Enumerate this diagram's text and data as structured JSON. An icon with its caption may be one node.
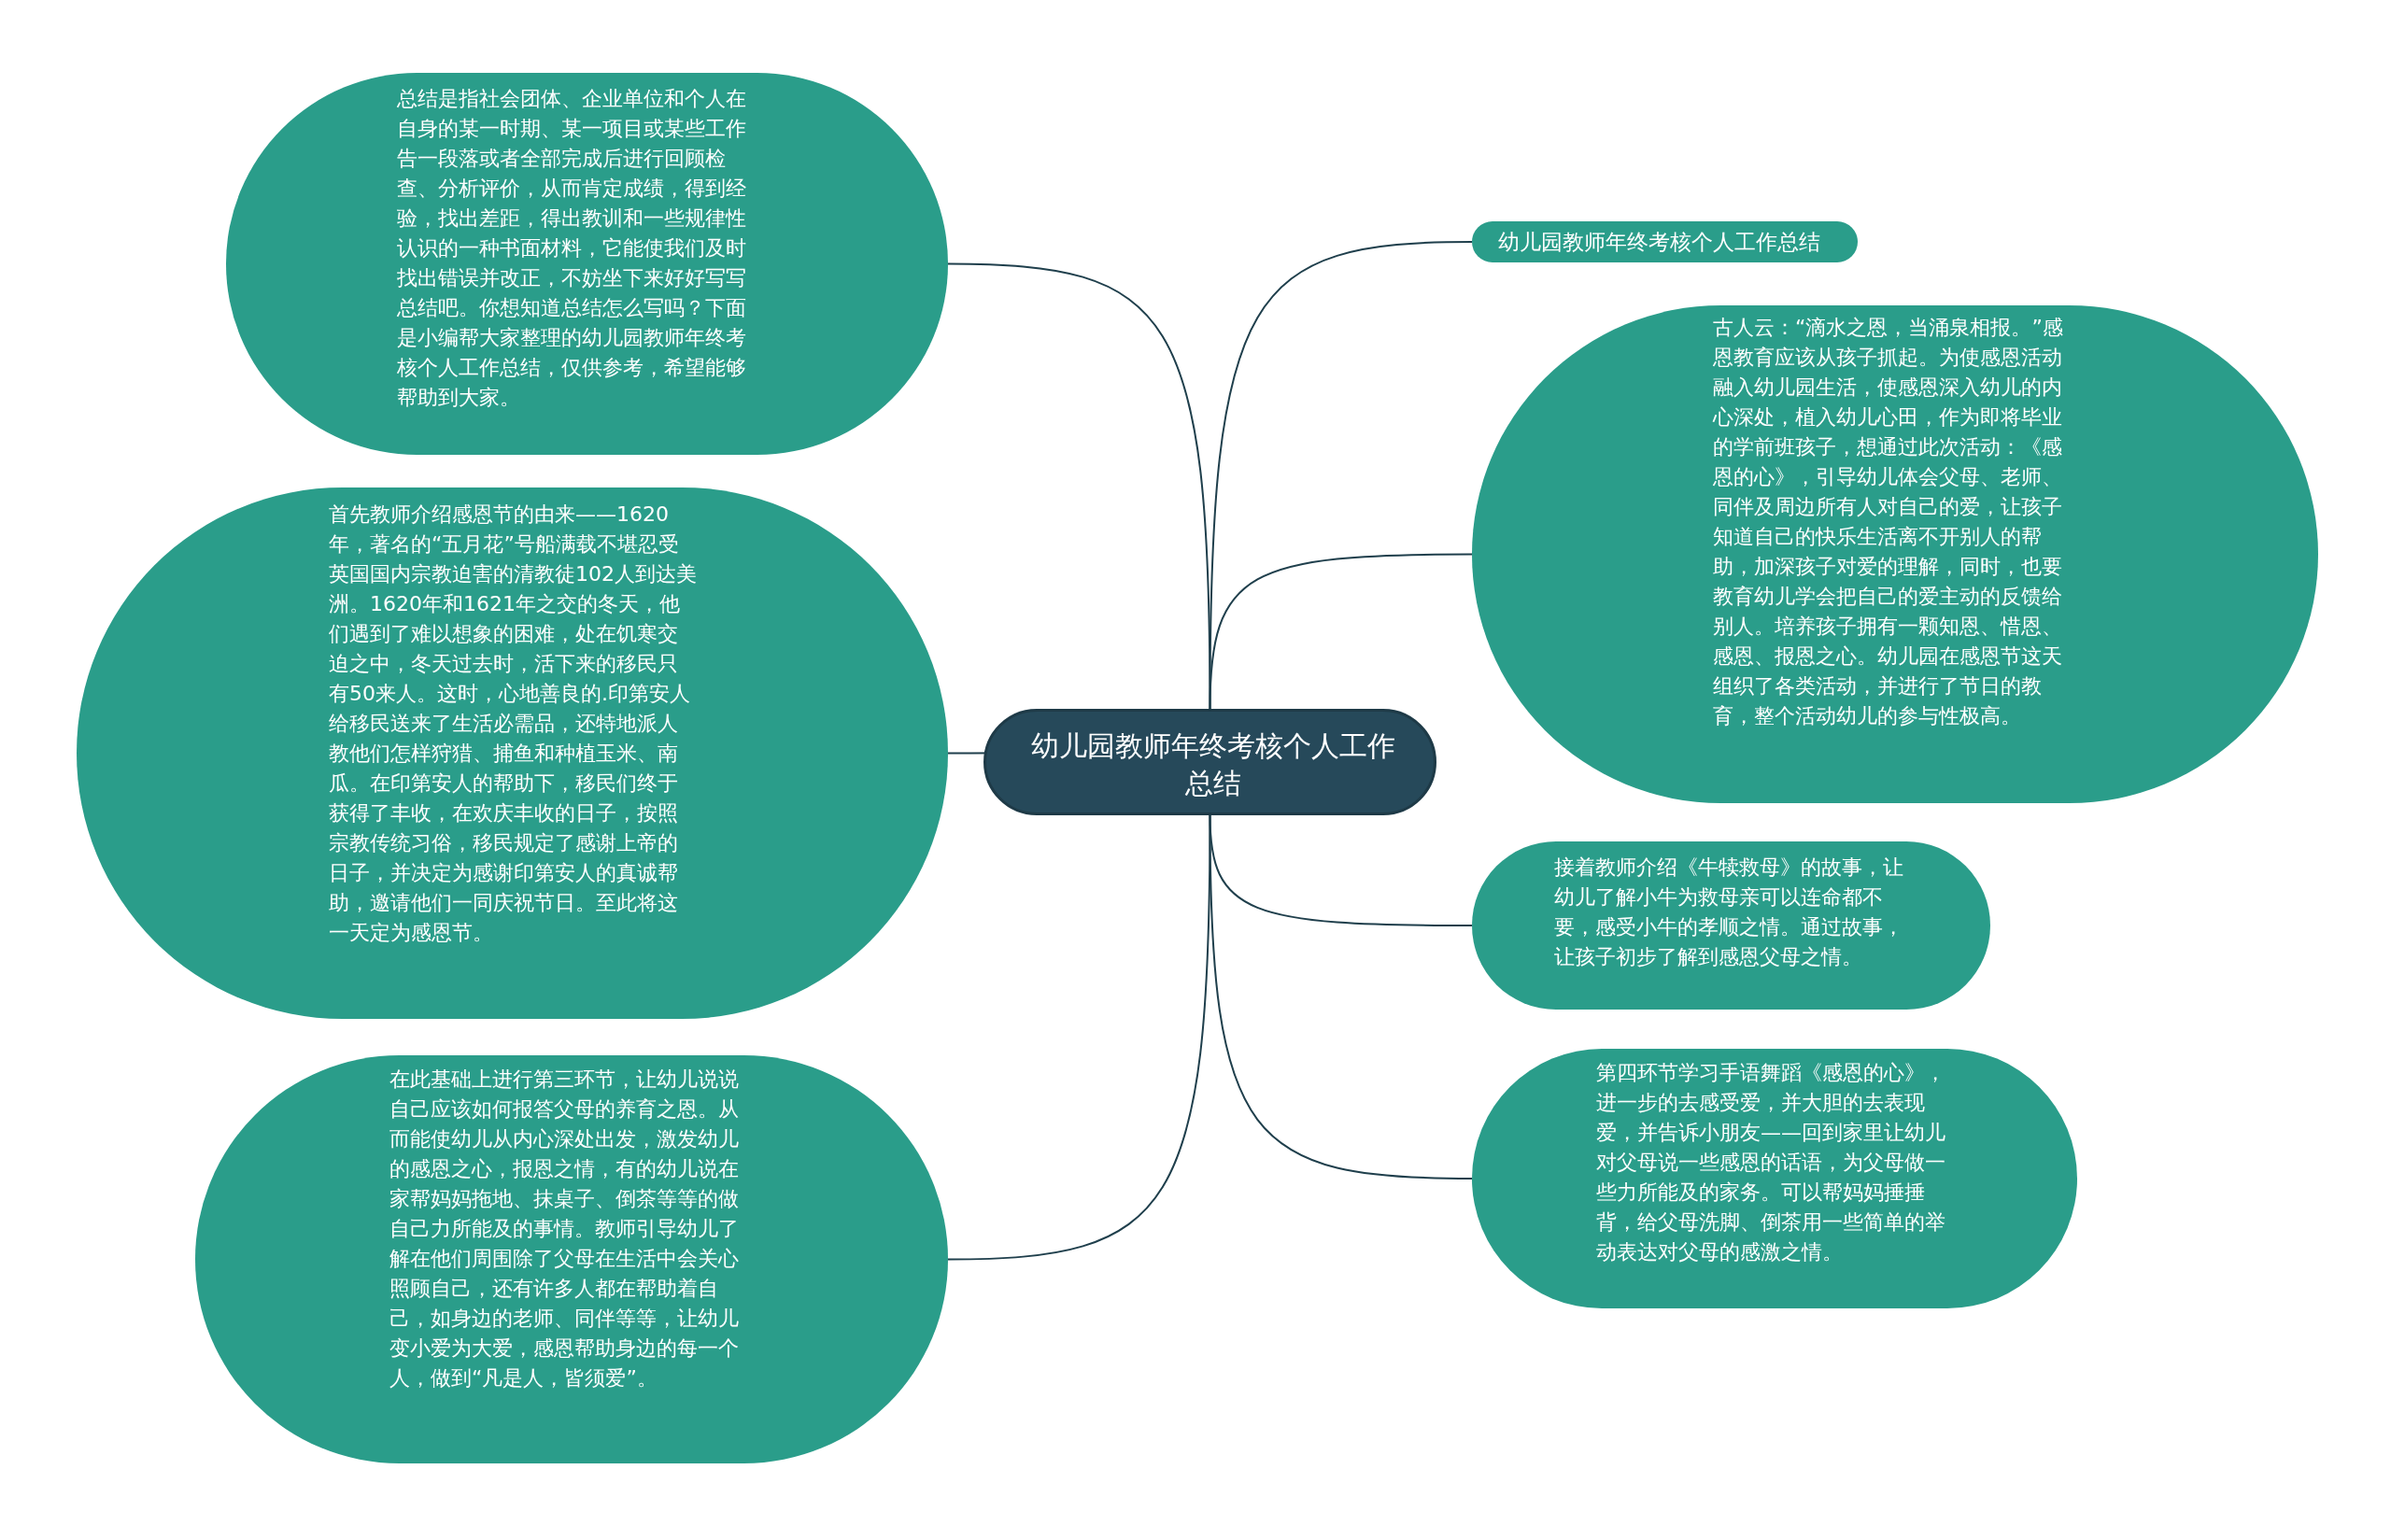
{
  "diagram": {
    "nodes": [
      {
        "text": [
          "幼儿园教师年终考核个人工作总结"
        ]
      },
      {
        "text": [
          "总结是指社会团体、企业单位和个人在自身的某一时期、某一项目或某些工作告一段落或者全部完成后进行回顾检查、分析评价，从而肯定成绩，得到经验，找出差距，得出教训和一些规律性认识的一种书面材料，它能使我们及时找出错误并改正，不妨坐下来好好写写总结吧。你想知道总结怎么写吗？下面是小编帮大家整理的幼儿园教师年终考核个人工作总结，仅供参考，希望能够帮助到大家。"
        ]
      },
      {
        "text": [
          "首先教师介绍感恩节的由来——1620年，著名的“五月花”号船满载不堪忍受英国国内宗教迫害的清教徒102人到达美洲。1620年和1621年之交的冬天，他们遇到了难以想象的困难，处在饥寒交迫之中，冬天过去时，活下来的移民只有50来人。这时，心地善良的.印第安人给移民送来了生活必需品，还特地派人教他们怎样狩猎、捕鱼和种植玉米、南瓜。在印第安人的帮助下，移民们终于获得了丰收，在欢庆丰收的日子，按照宗教传统习俗，移民规定了感谢上帝的日子，并决定为感谢印第安人的真诚帮助，邀请他们一同庆祝节日。至此将这一天定为感恩节。"
        ]
      },
      {
        "text": [
          "在此基础上进行第三环节，让幼儿说说自己应该如何报答父母的养育之恩。从而能使幼儿从内心深处出发，激发幼儿的感恩之心，报恩之情，有的幼儿说在家帮妈妈拖地、抹桌子、倒茶等等的做自己力所能及的事情。教师引导幼儿了解在他们周围除了父母在生活中会关心照顾自己，还有许多人都在帮助着自己，如身边的老师、同伴等等，让幼儿变小爱为大爱，感恩帮助身边的每一个人，做到“凡是人，皆须爱”。"
        ]
      },
      {
        "text": [
          "幼儿园教师年终考核个人工作总结"
        ]
      },
      {
        "text": [
          "古人云：“滴水之恩，当涌泉相报。”感恩教育应该从孩子抓起。为使感恩活动融入幼儿园生活，使感恩深入幼儿的内心深处，植入幼儿心田，作为即将毕业的学前班孩子，想通过此次活动：《感恩的心》，引导幼儿体会父母、老师、同伴及周边所有人对自己的爱，让孩子知道自己的快乐生活离不开别人的帮助，加深孩子对爱的理解，同时，也要教育幼儿学会把自己的爱主动的反馈给别人。培养孩子拥有一颗知恩、惜恩、感恩、报恩之心。幼儿园在感恩节这天组织了各类活动，并进行了节日的教育，整个活动幼儿的参与性极高。"
        ]
      },
      {
        "text": [
          "接着教师介绍《牛犊救母》的故事，让幼儿了解小牛为救母亲可以连命都不要，感受小牛的孝顺之情。通过故事，让孩子初步了解到感恩父母之情。"
        ]
      },
      {
        "text": [
          "第四环节学习手语舞蹈《感恩的心》，进一步的去感受爱，并大胆的去表现爱，并告诉小朋友——回到家里让幼儿对父母说一些感恩的话语，为父母做一些力所能及的家务。可以帮妈妈捶捶背，给父母洗脚、倒茶用一些简单的举动表达对父母的感激之情。"
        ]
      }
    ],
    "edges": [
      {
        "from": 0,
        "to": 1,
        "arrow": "none"
      },
      {
        "from": 0,
        "to": 2,
        "arrow": "none"
      },
      {
        "from": 0,
        "to": 3,
        "arrow": "none"
      },
      {
        "from": 0,
        "to": 4,
        "arrow": "none"
      },
      {
        "from": 0,
        "to": 5,
        "arrow": "none"
      },
      {
        "from": 0,
        "to": 6,
        "arrow": "none"
      },
      {
        "from": 0,
        "to": 7,
        "arrow": "none"
      }
    ]
  }
}
